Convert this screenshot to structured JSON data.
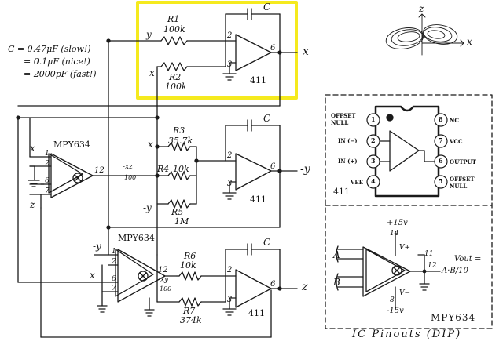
{
  "notes": {
    "cap_line1": "C = 0.47μF (slow!)",
    "cap_line2": "= 0.1μF (nice!)",
    "cap_line3": "= 2000pF (fast!)"
  },
  "stage1": {
    "input_label": "-y",
    "x_input_label": "x",
    "r1_name": "R1",
    "r1_value": "100k",
    "r2_name": "R2",
    "r2_value": "100k",
    "cap_label": "C",
    "pin2": "2",
    "pin3": "3",
    "pin6": "6",
    "chip": "411",
    "output_label": "x",
    "highlight_color": "#f5ea1e"
  },
  "stage2": {
    "mult_chip": "MPY634",
    "mult_in_x": "x",
    "mult_in_z": "z",
    "mult_pins": [
      "1",
      "2",
      "6",
      "7"
    ],
    "mult_out_pin": "12",
    "mult_out_label_num": "-xz",
    "mult_out_label_den": "100",
    "r3_name": "R3",
    "r3_value": "35.7k",
    "r4_name": "R4",
    "r4_value": "10k",
    "r5_name": "R5",
    "r5_value": "1M",
    "in_x": "x",
    "in_neg_y": "-y",
    "cap_label": "C",
    "pin2": "2",
    "pin3": "3",
    "pin6": "6",
    "chip": "411",
    "output_label": "-y"
  },
  "stage3": {
    "mult_chip": "MPY634",
    "mult_in_negy": "-y",
    "mult_in_x": "x",
    "mult_pins": [
      "1",
      "2",
      "6",
      "7"
    ],
    "mult_out_pin": "12",
    "mult_out_label_num": "-xy",
    "mult_out_label_den": "100",
    "r6_name": "R6",
    "r6_value": "10k",
    "r7_name": "R7",
    "r7_value": "374k",
    "cap_label": "C",
    "pin2": "2",
    "pin3": "3",
    "pin6": "6",
    "chip": "411",
    "output_label": "z"
  },
  "attractor": {
    "z_label": "z",
    "x_label": "x"
  },
  "pinout411": {
    "pins_left": [
      {
        "num": "1",
        "label1": "OFFSET",
        "label2": "NULL"
      },
      {
        "num": "2",
        "label1": "IN (−)",
        "label2": ""
      },
      {
        "num": "3",
        "label1": "IN (+)",
        "label2": ""
      },
      {
        "num": "4",
        "label1": "VEE",
        "label2": ""
      }
    ],
    "pins_right": [
      {
        "num": "8",
        "label1": "NC",
        "label2": ""
      },
      {
        "num": "7",
        "label1": "VCC",
        "label2": ""
      },
      {
        "num": "6",
        "label1": "OUTPUT",
        "label2": ""
      },
      {
        "num": "5",
        "label1": "OFFSET",
        "label2": "NULL"
      }
    ],
    "chip": "411"
  },
  "pinout634": {
    "supply_pos": "+15v",
    "supply_neg": "-15v",
    "pin_top": "14",
    "pin_bottom": "8",
    "vplus": "V+",
    "vminus": "V−",
    "in_a": "A",
    "in_b": "B",
    "pin_out": "12",
    "pin_11": "11",
    "vout_line1": "Vout =",
    "vout_line2": "A·B/10",
    "chip": "MPY634"
  },
  "footer": {
    "title": "IC Pinouts (DIP)"
  }
}
